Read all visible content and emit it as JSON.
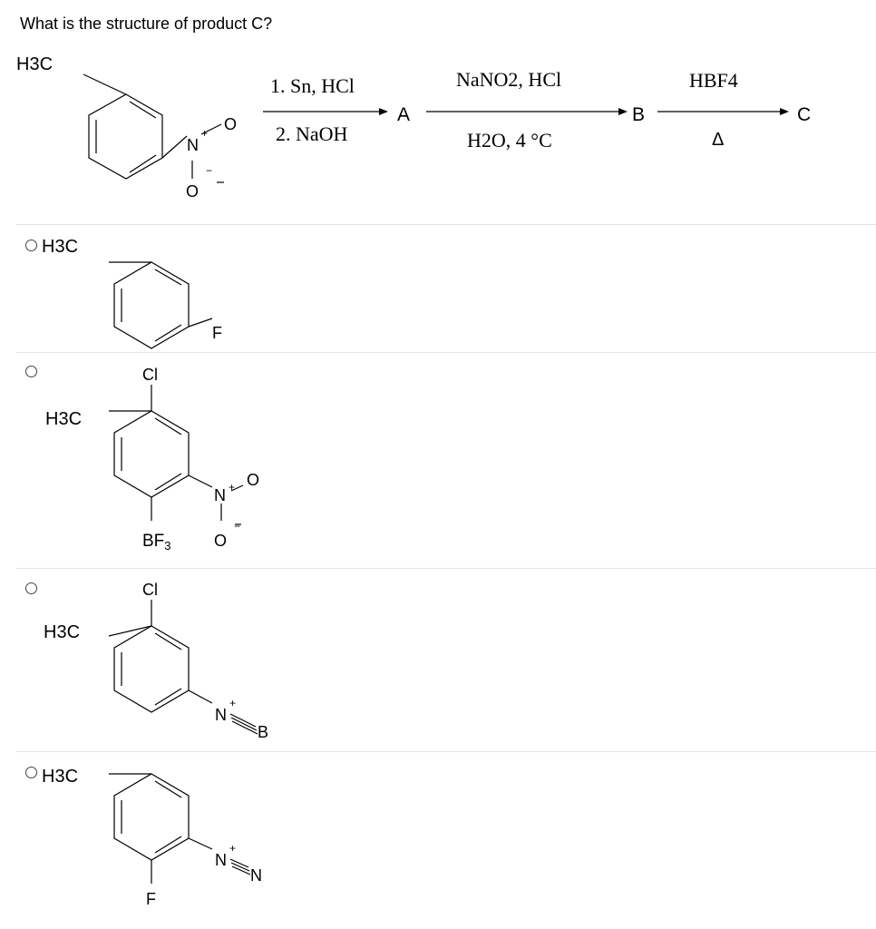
{
  "question": "What is the structure of product C?",
  "scheme": {
    "methyl": "H3C",
    "nitro_n": "N",
    "nitro_o_double": "O",
    "nitro_o_single": "O",
    "plus": "+",
    "minus": "−",
    "step1_top": "1. Sn, HCl",
    "step1_bottom": "2. NaOH",
    "int_a": "A",
    "step2_top": "NaNO2, HCl",
    "step2_bottom": "H2O, 4 °C",
    "int_b": "B",
    "step3_top": "HBF4",
    "step3_bottom": "Δ",
    "product_c": "C"
  },
  "options": [
    {
      "methyl": "H3C",
      "substituent": "F"
    },
    {
      "methyl": "H3C",
      "cl": "Cl",
      "bf3": "BF",
      "bf3_sub": "3",
      "nitro_n": "N",
      "nitro_o_double": "O",
      "nitro_o_single": "O",
      "plus": "+",
      "minus": "−"
    },
    {
      "methyl": "H3C",
      "cl": "Cl",
      "n": "N",
      "b": "B",
      "plus": "+"
    },
    {
      "methyl": "H3C",
      "f": "F",
      "n1": "N",
      "n2": "N",
      "plus": "+"
    }
  ]
}
